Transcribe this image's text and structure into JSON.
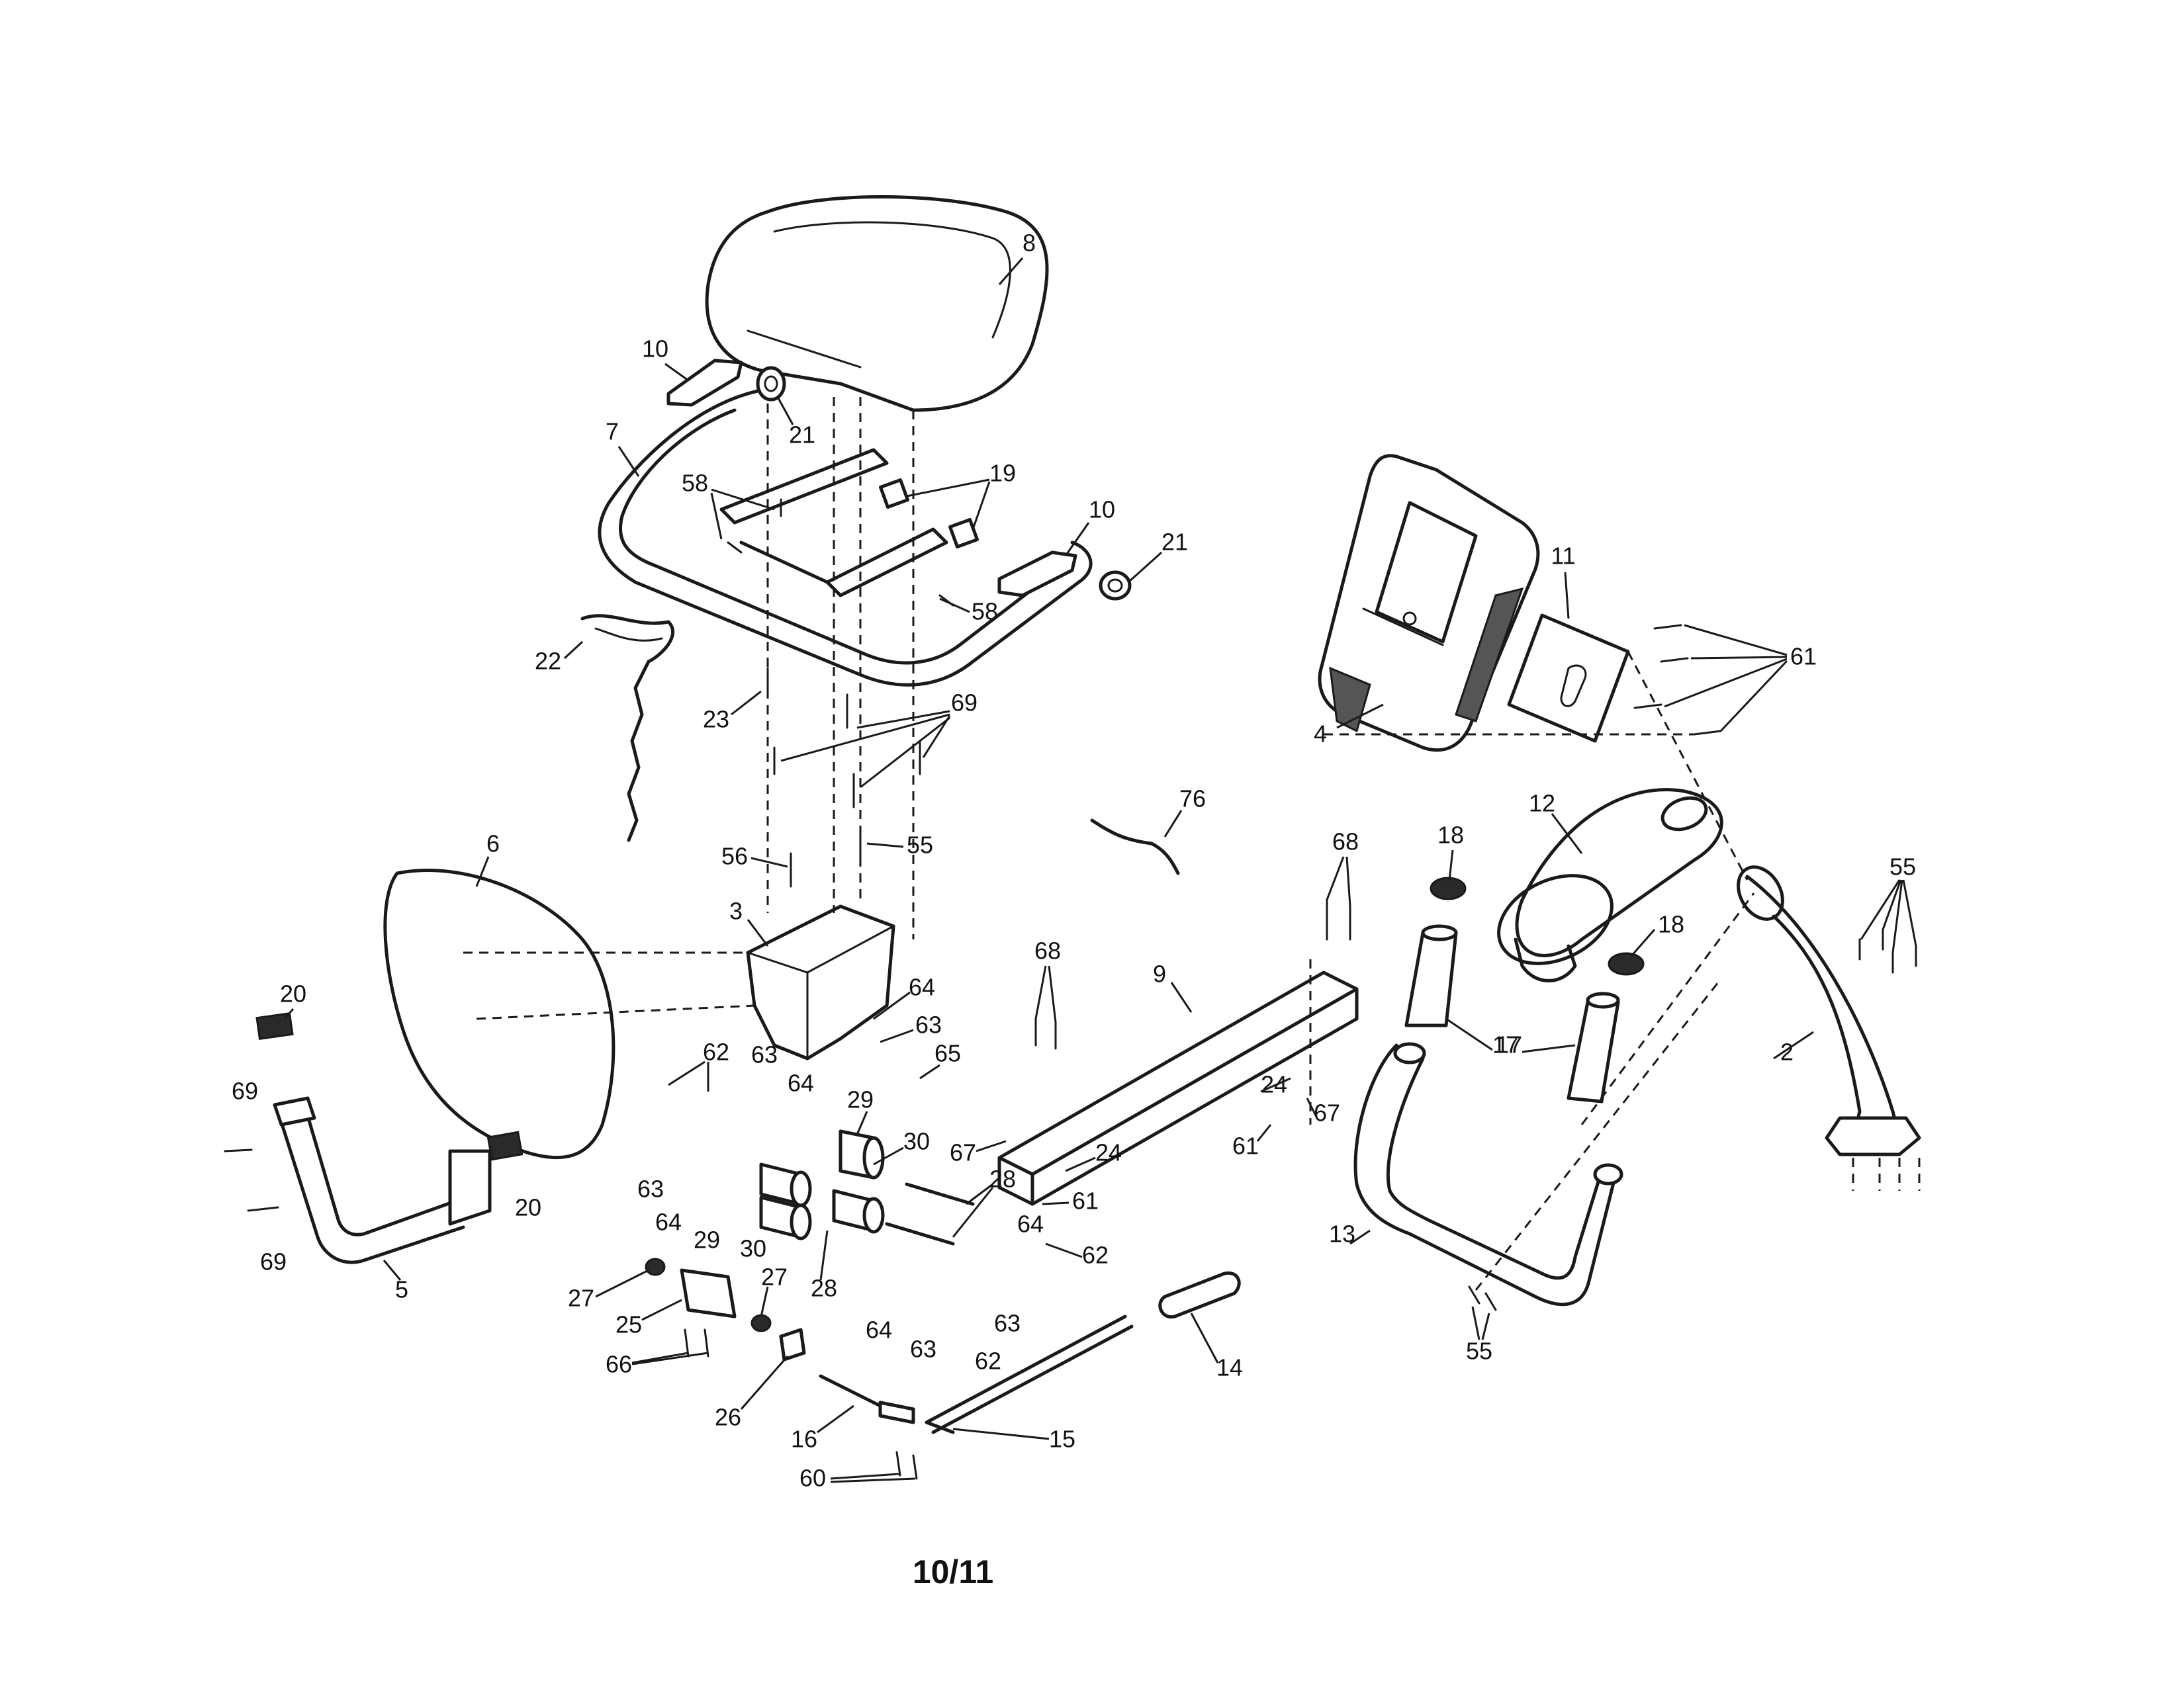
{
  "page_number": "10/11",
  "callouts": [
    {
      "label": "8"
    },
    {
      "label": "10"
    },
    {
      "label": "21"
    },
    {
      "label": "7"
    },
    {
      "label": "58"
    },
    {
      "label": "19"
    },
    {
      "label": "10"
    },
    {
      "label": "21"
    },
    {
      "label": "58"
    },
    {
      "label": "22"
    },
    {
      "label": "23"
    },
    {
      "label": "69"
    },
    {
      "label": "11"
    },
    {
      "label": "61"
    },
    {
      "label": "4"
    },
    {
      "label": "76"
    },
    {
      "label": "12"
    },
    {
      "label": "56"
    },
    {
      "label": "55"
    },
    {
      "label": "6"
    },
    {
      "label": "3"
    },
    {
      "label": "68"
    },
    {
      "label": "68"
    },
    {
      "label": "18"
    },
    {
      "label": "18"
    },
    {
      "label": "55"
    },
    {
      "label": "64"
    },
    {
      "label": "63"
    },
    {
      "label": "65"
    },
    {
      "label": "9"
    },
    {
      "label": "20"
    },
    {
      "label": "62"
    },
    {
      "label": "63"
    },
    {
      "label": "64"
    },
    {
      "label": "17"
    },
    {
      "label": "17"
    },
    {
      "label": "2"
    },
    {
      "label": "69"
    },
    {
      "label": "29"
    },
    {
      "label": "30"
    },
    {
      "label": "24"
    },
    {
      "label": "67"
    },
    {
      "label": "67"
    },
    {
      "label": "61"
    },
    {
      "label": "63"
    },
    {
      "label": "28"
    },
    {
      "label": "24"
    },
    {
      "label": "64"
    },
    {
      "label": "29"
    },
    {
      "label": "20"
    },
    {
      "label": "30"
    },
    {
      "label": "61"
    },
    {
      "label": "64"
    },
    {
      "label": "69"
    },
    {
      "label": "13"
    },
    {
      "label": "5"
    },
    {
      "label": "62"
    },
    {
      "label": "28"
    },
    {
      "label": "27"
    },
    {
      "label": "27"
    },
    {
      "label": "25"
    },
    {
      "label": "64"
    },
    {
      "label": "63"
    },
    {
      "label": "63"
    },
    {
      "label": "62"
    },
    {
      "label": "66"
    },
    {
      "label": "14"
    },
    {
      "label": "55"
    },
    {
      "label": "26"
    },
    {
      "label": "16"
    },
    {
      "label": "15"
    },
    {
      "label": "60"
    }
  ]
}
